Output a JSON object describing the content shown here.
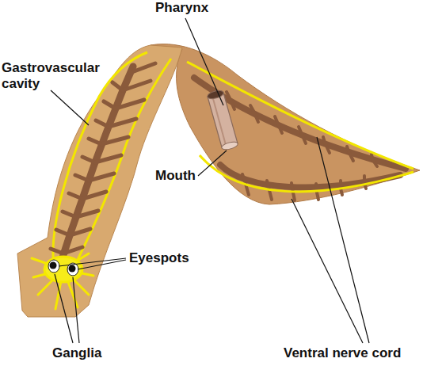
{
  "diagram": {
    "labels": [
      "Pharynx",
      "Gastrovascular cavity",
      "Mouth",
      "Eyespots",
      "Ganglia",
      "Ventral nerve cord"
    ]
  }
}
